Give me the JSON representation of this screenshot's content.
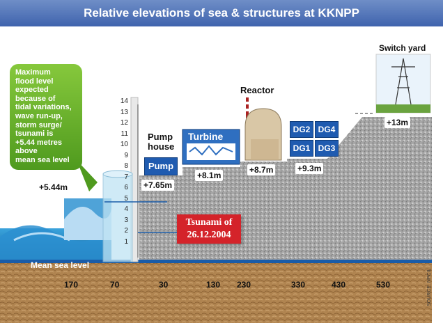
{
  "title": "Relative elevations of sea & structures at KKNPP",
  "callout": {
    "text_lines": [
      "Maximum",
      "flood level",
      "expected",
      "because of",
      "tidal variations,",
      "wave run-up,",
      "storm surge/",
      "tsunami is",
      "+5.44 metres",
      "above",
      "mean sea level"
    ],
    "color": "#6fb52c"
  },
  "flood_level": "+5.44m",
  "scale_ticks": [
    "14",
    "13",
    "12",
    "11",
    "10",
    "9",
    "8",
    "7",
    "6",
    "5",
    "4",
    "3",
    "2",
    "1"
  ],
  "pump_house": {
    "label_line1": "Pump",
    "label_line2": "house",
    "box_label": "Pump",
    "elevation": "+7.65m"
  },
  "turbine": {
    "label": "Turbine",
    "elevation": "+8.1m"
  },
  "reactor": {
    "label": "Reactor",
    "elevation": "+8.7m"
  },
  "diesel_generators": {
    "labels": [
      "DG2",
      "DG4",
      "DG1",
      "DG3"
    ],
    "elevation": "+9.3m"
  },
  "switch_yard": {
    "label": "Switch yard",
    "elevation": "+13m"
  },
  "tsunami": {
    "line1": "Tsunami of",
    "line2": "26.12.2004",
    "color": "#d4232a"
  },
  "mean_sea_level": "Mean sea level",
  "distances": [
    "170",
    "70",
    "30",
    "130",
    "230",
    "330",
    "430",
    "530"
  ],
  "source": "SOURCE: NPCIL",
  "colors": {
    "title": "#4a6db3",
    "structure_box": "#1f5bb0",
    "sea": "#1d7fbf",
    "sea_line": "#1a5ca8",
    "ground": "#a9a9a9",
    "sand": "#b48a55"
  }
}
